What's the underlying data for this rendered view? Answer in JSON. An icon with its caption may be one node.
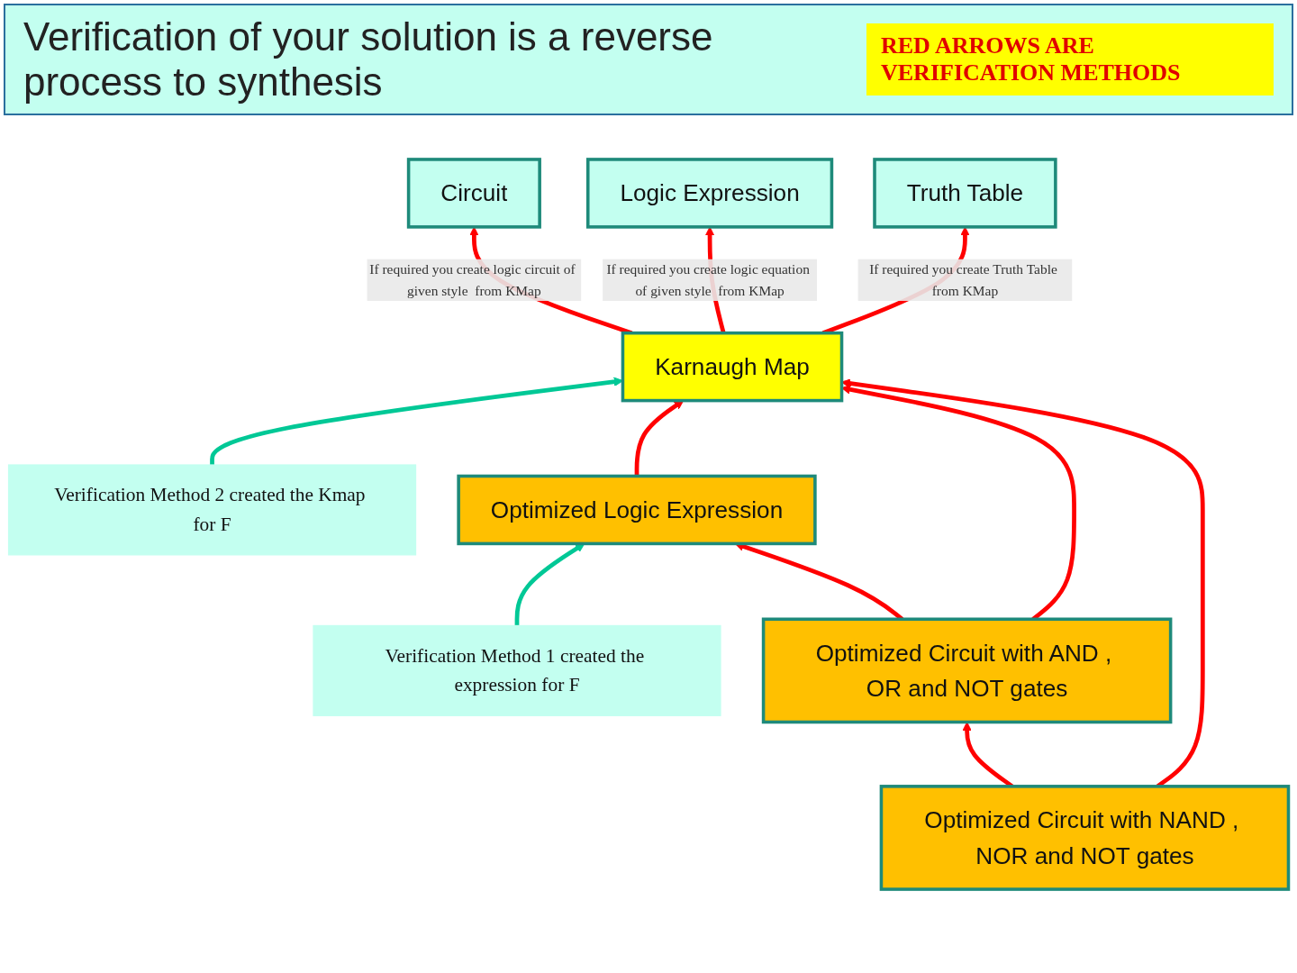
{
  "diagram": {
    "title": "Verification of your solution is a reverse process to synthesis",
    "nodes": [
      {
        "text": [
          "Circuit"
        ]
      },
      {
        "text": [
          "Logic Expression"
        ]
      },
      {
        "text": [
          "Truth Table"
        ]
      },
      {
        "text": [
          "Karnaugh Map"
        ]
      },
      {
        "text": [
          "Verification Method 2 created the Kmap for F"
        ]
      },
      {
        "text": [
          "Optimized Logic Expression"
        ]
      },
      {
        "text": [
          "Verification Method 1 created the expression for F"
        ]
      },
      {
        "text": [
          "Optimized Circuit with AND , OR and NOT gates"
        ]
      },
      {
        "text": [
          "Optimized Circuit with NAND , NOR and NOT gates"
        ]
      }
    ],
    "edges": [
      {
        "from": 3,
        "to": 0,
        "arrow": "to",
        "label": "If required you create logic circuit of given style  from KMap"
      },
      {
        "from": 3,
        "to": 1,
        "arrow": "to",
        "label": "If required you create logic equation of given style  from KMap"
      },
      {
        "from": 3,
        "to": 2,
        "arrow": "to",
        "label": "If required you create Truth Table from KMap"
      },
      {
        "from": 4,
        "to": 3,
        "arrow": "to",
        "color": "#00c896"
      },
      {
        "from": 5,
        "to": 3,
        "arrow": "to"
      },
      {
        "from": 7,
        "to": 3,
        "arrow": "to"
      },
      {
        "from": 8,
        "to": 3,
        "arrow": "to"
      },
      {
        "from": 6,
        "to": 5,
        "arrow": "to",
        "color": "#00c896"
      },
      {
        "from": 7,
        "to": 5,
        "arrow": "to"
      },
      {
        "from": 8,
        "to": 7,
        "arrow": "to"
      }
    ],
    "labels": [
      "RED ARROWS ARE VERIFICATION METHODS"
    ]
  }
}
